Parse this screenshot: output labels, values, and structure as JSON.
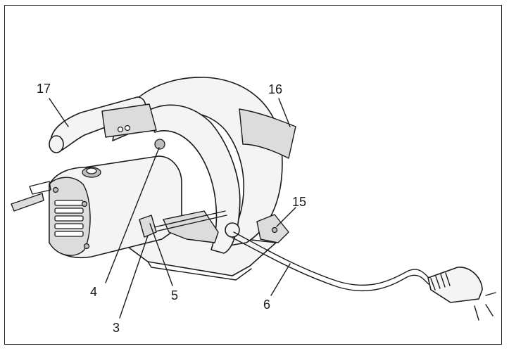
{
  "figure": {
    "callouts": [
      {
        "id": "17",
        "text": "17"
      },
      {
        "id": "16",
        "text": "16"
      },
      {
        "id": "15",
        "text": "15"
      },
      {
        "id": "4",
        "text": "4"
      },
      {
        "id": "5",
        "text": "5"
      },
      {
        "id": "3",
        "text": "3"
      },
      {
        "id": "6",
        "text": "6"
      }
    ]
  }
}
